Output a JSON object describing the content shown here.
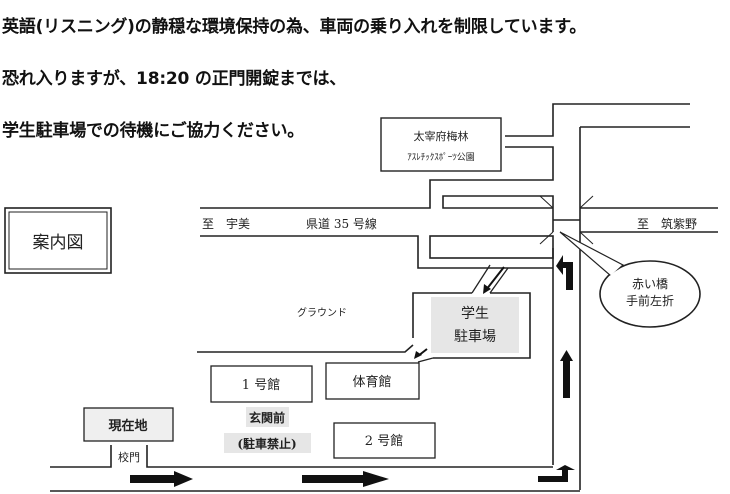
{
  "notice": {
    "line1": "英語(リスニング)の静穏な環境保持の為、車両の乗り入れを制限しています。",
    "line2": "恐れ入りますが、18:20 の正門開錠までは、",
    "line3": "学生駐車場での待機にご協力ください。"
  },
  "map": {
    "title": "案内図",
    "park_line1": "太宰府梅林",
    "park_line2": "ｱｽﾚﾁｯｸｽﾎﾟｰﾂ公園",
    "to_umi": "至　宇美",
    "route_name": "県道 35 号線",
    "to_chikushino": "至　筑紫野",
    "ground": "グラウンド",
    "parking_line1": "学生",
    "parking_line2": "駐車場",
    "bubble_line1": "赤い橋",
    "bubble_line2": "手前左折",
    "building1": "1 号館",
    "gym": "体育館",
    "building2": "2 号館",
    "current_location": "現在地",
    "school_gate": "校門",
    "entrance_line1": "玄関前",
    "entrance_line2": "(駐車禁止)"
  },
  "colors": {
    "line": "#222222",
    "highlight": "#e6e6e6",
    "current_fill": "#efefef"
  }
}
